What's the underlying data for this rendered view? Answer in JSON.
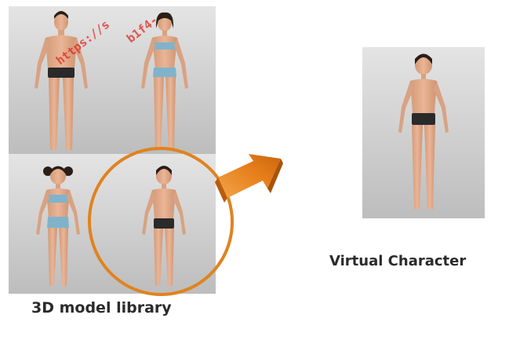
{
  "captions": {
    "library": "3D model library",
    "character": "Virtual Character"
  },
  "watermark": {
    "line1": "https://s",
    "line2": "b1f4-"
  },
  "colors": {
    "highlight": "#e0831f",
    "arrow": "#e88a1f",
    "tile_bg": "#c9c9c9",
    "skin": "#e3ab8a",
    "dark_shorts": "#2a2a2a",
    "light_swimwear": "#7fb3cc",
    "hair": "#2a1e17"
  },
  "figures": [
    {
      "name": "adult-male-model",
      "outfit": "dark-shorts",
      "hair": "short"
    },
    {
      "name": "adult-female-model",
      "outfit": "light-swimwear",
      "hair": "bob"
    },
    {
      "name": "child-female-model",
      "outfit": "light-swimwear",
      "hair": "pigtails"
    },
    {
      "name": "child-male-model",
      "outfit": "dark-shorts",
      "hair": "short",
      "selected": true
    },
    {
      "name": "virtual-character-model",
      "outfit": "dark-shorts",
      "hair": "short"
    }
  ]
}
